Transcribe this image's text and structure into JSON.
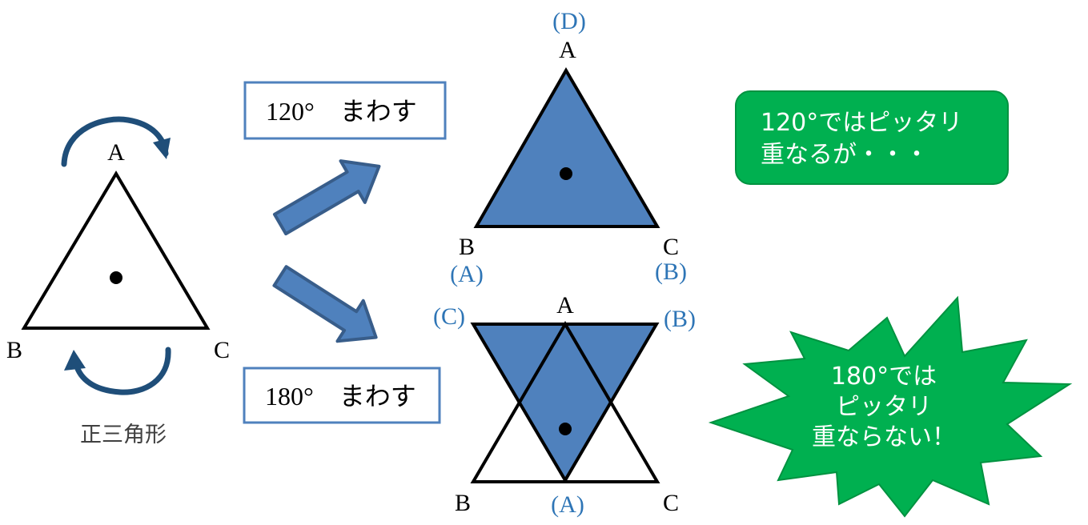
{
  "colors": {
    "triangle_fill": "#4f81bd",
    "arrow_fill": "#4f81bd",
    "arrow_stroke": "#385d8a",
    "rotation_arrow": "#1f4e79",
    "callout_green": "#00b050",
    "callout_stroke": "#009240",
    "box_border": "#4f81bd",
    "original_label": "#2e75b6"
  },
  "left": {
    "vertex_a": "A",
    "vertex_b": "B",
    "vertex_c": "C",
    "caption": "正三角形",
    "rotation_icon": "curved-rotation-arrows-icon"
  },
  "boxes": {
    "rotate_120": "120°　まわす",
    "rotate_180": "180°　まわす"
  },
  "top_triangle": {
    "original_top": "(D)",
    "vertex_a": "A",
    "vertex_b": "B",
    "vertex_c": "C",
    "original_b": "(A)",
    "original_c": "(B)"
  },
  "bottom_triangle": {
    "original_left": "(C)",
    "vertex_a": "A",
    "original_right": "(B)",
    "vertex_b": "B",
    "original_bottom": "(A)",
    "vertex_c": "C"
  },
  "callouts": {
    "match_120": [
      "120°ではピッタリ",
      "重なるが・・・"
    ],
    "nomatch_180": [
      "180°では",
      "ピッタリ",
      "重ならない！"
    ]
  }
}
